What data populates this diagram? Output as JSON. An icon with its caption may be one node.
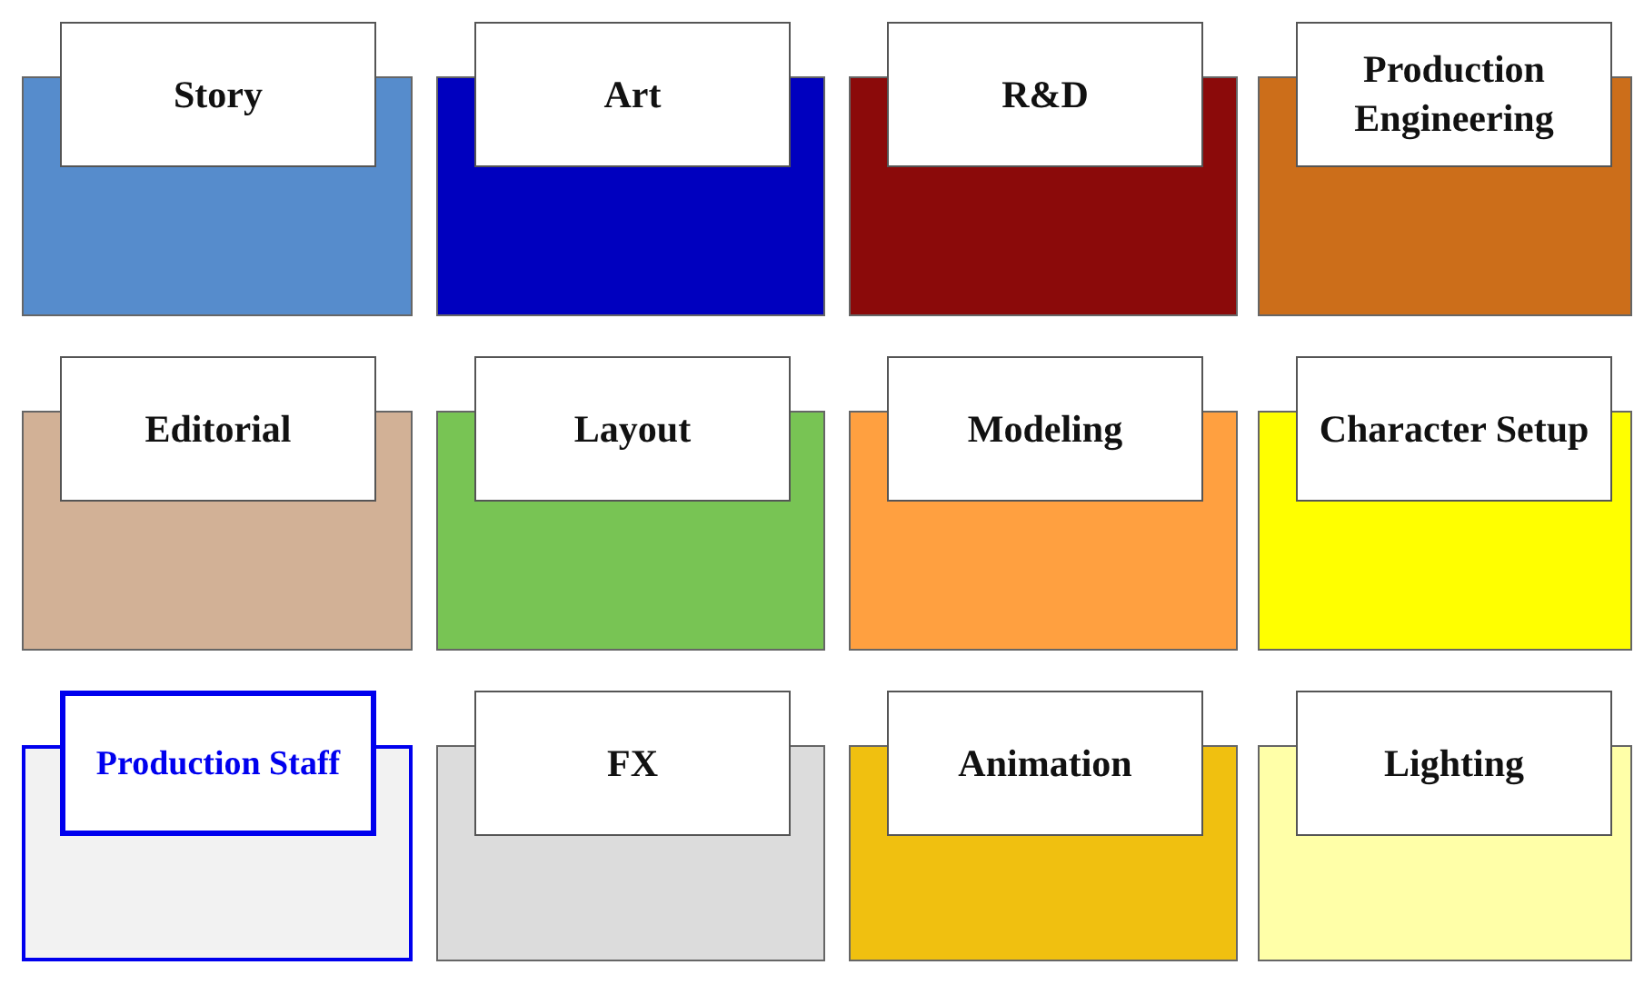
{
  "diagram": {
    "nodes": [
      {
        "text": [
          "Story"
        ]
      },
      {
        "text": [
          "Art"
        ]
      },
      {
        "text": [
          "R&D"
        ]
      },
      {
        "text": [
          "Production Engineering"
        ]
      },
      {
        "text": [
          "Editorial"
        ]
      },
      {
        "text": [
          "Layout"
        ]
      },
      {
        "text": [
          "Modeling"
        ]
      },
      {
        "text": [
          "Character Setup"
        ]
      },
      {
        "text": [
          "Production Staff"
        ]
      },
      {
        "text": [
          "FX"
        ]
      },
      {
        "text": [
          "Animation"
        ]
      },
      {
        "text": [
          "Lighting"
        ]
      }
    ]
  }
}
